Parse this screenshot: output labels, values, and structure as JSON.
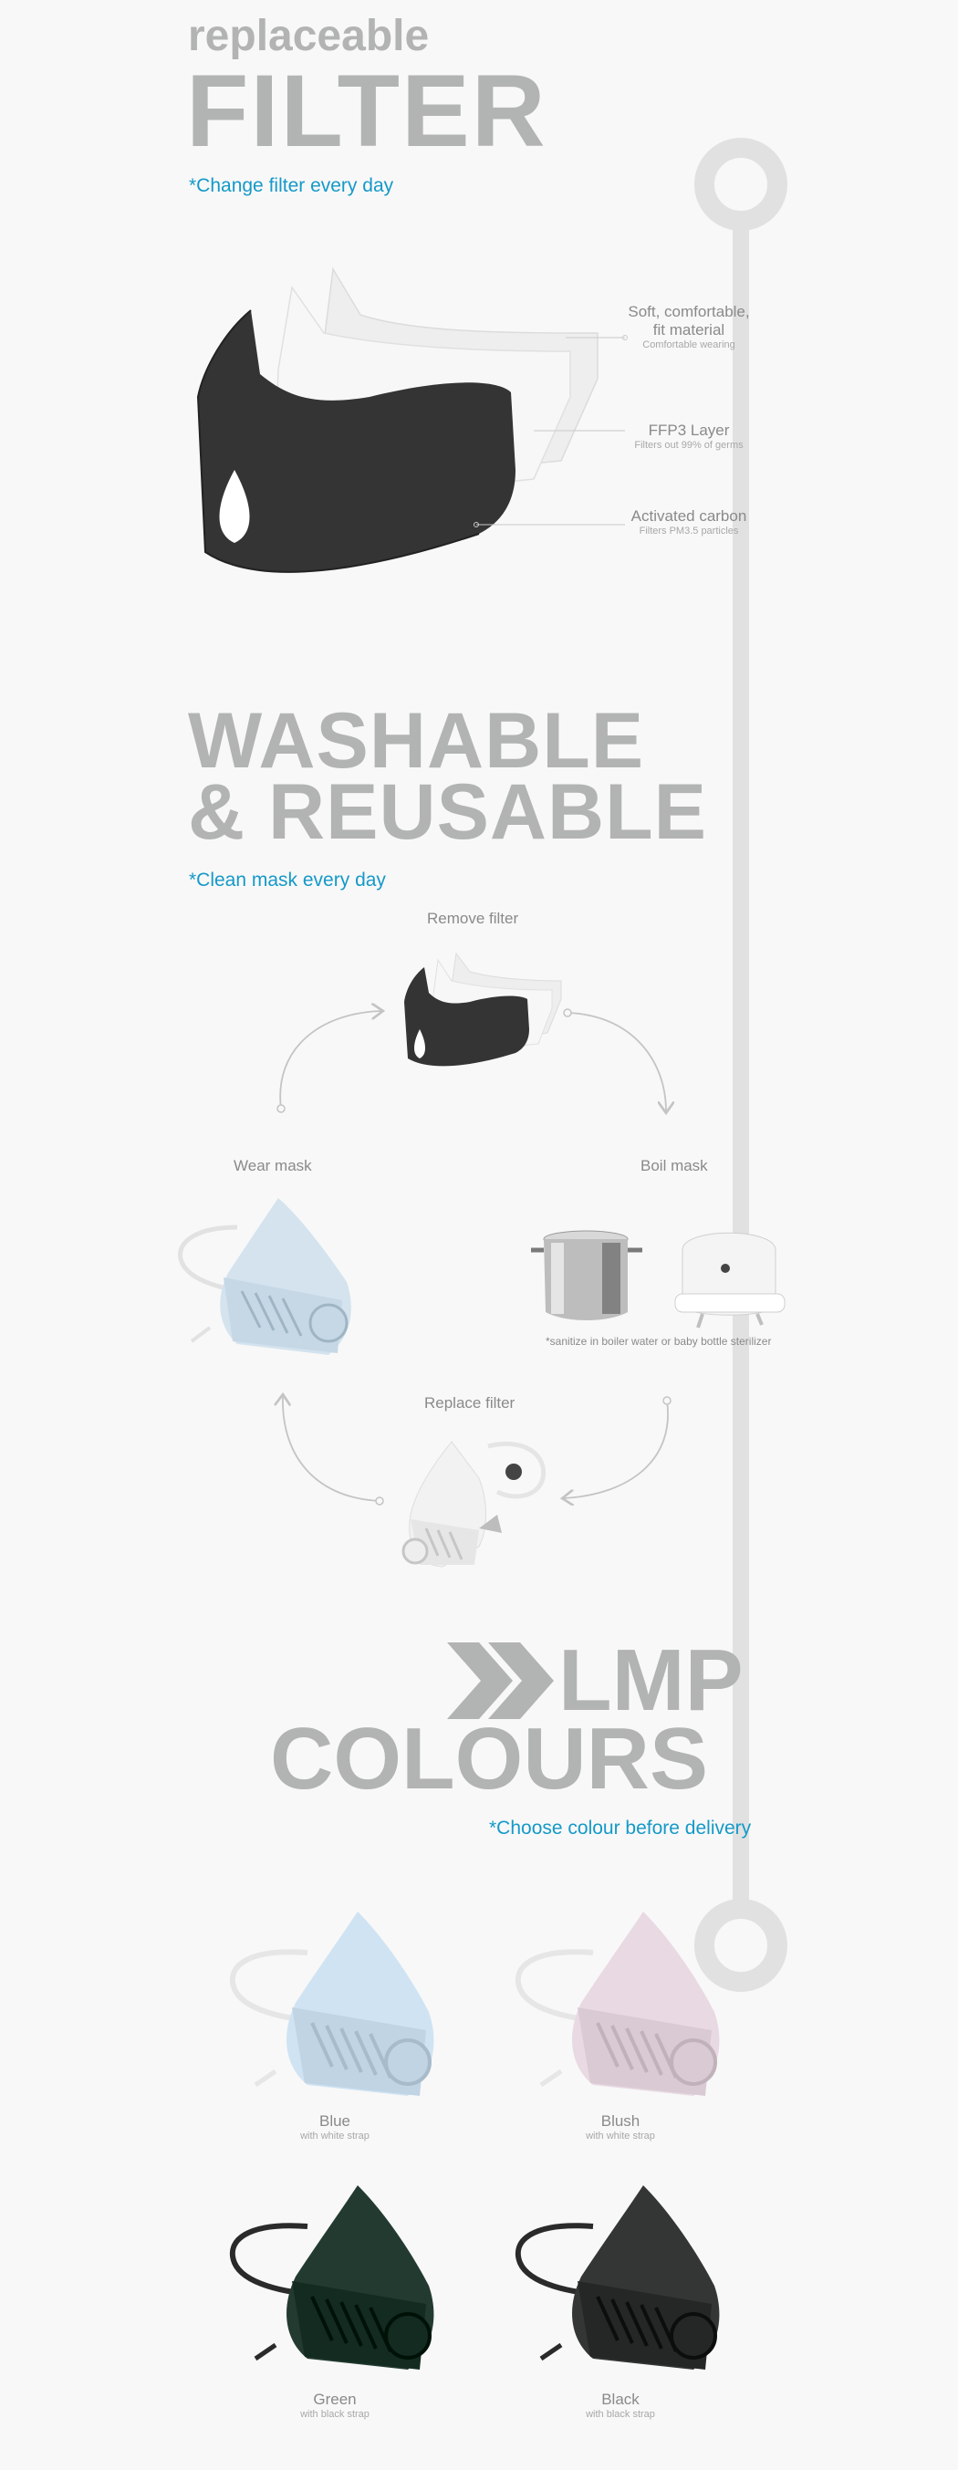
{
  "filter_section": {
    "kicker": "replaceable",
    "title": "FILTER",
    "note": "*Change filter every day",
    "layers": [
      {
        "title_lines": [
          "Soft, comfortable,",
          "fit material"
        ],
        "sub": "Comfortable wearing"
      },
      {
        "title_lines": [
          "FFP3 Layer"
        ],
        "sub": "Filters out 99% of germs"
      },
      {
        "title_lines": [
          "Activated carbon"
        ],
        "sub": "Filters PM3.5 particles"
      }
    ]
  },
  "wash_section": {
    "title_line1": "WASHABLE",
    "title_line2": "& REUSABLE",
    "note": "*Clean mask every day",
    "steps": {
      "remove": "Remove filter",
      "wear": "Wear mask",
      "boil": "Boil mask",
      "sanitize_note": "*sanitize in boiler water or baby bottle sterilizer",
      "replace": "Replace filter"
    }
  },
  "colours_section": {
    "title_line1": "LMP",
    "title_line2": "COLOURS",
    "note": "*Choose colour before delivery",
    "options": [
      {
        "name": "Blue",
        "strap": "with white strap",
        "color": "#cfe3f3",
        "strap_color": "#e6e6e6"
      },
      {
        "name": "Blush",
        "strap": "with white strap",
        "color": "#e8d9e2",
        "strap_color": "#e6e6e6"
      },
      {
        "name": "Green",
        "strap": "with black strap",
        "color": "#233a30",
        "strap_color": "#2a2a2a"
      },
      {
        "name": "Black",
        "strap": "with black strap",
        "color": "#343535",
        "strap_color": "#2a2a2a"
      }
    ]
  },
  "colors": {
    "title_gray": "#b2b3b3",
    "accent_blue": "#1599c8",
    "track_gray": "#e1e1e1"
  }
}
